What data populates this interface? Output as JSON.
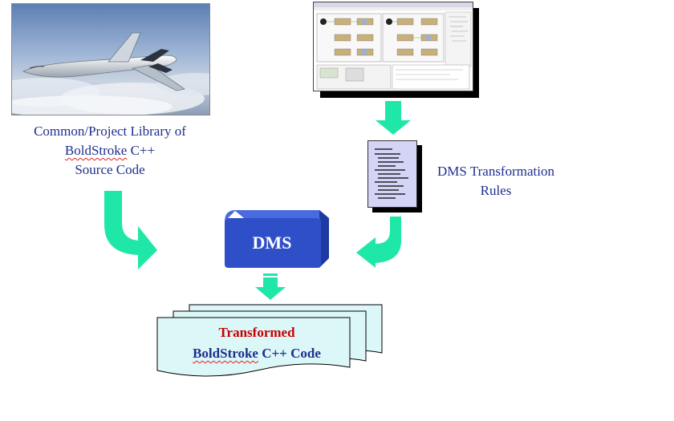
{
  "library_caption": {
    "line1": "Common/Project Library of",
    "line2_word": "BoldStroke",
    "line2_rest": " C++",
    "line3": "Source Code"
  },
  "rules_caption": {
    "line1": "DMS Transformation",
    "line2": "Rules"
  },
  "dms_box": {
    "label": "DMS"
  },
  "output_doc": {
    "line1": "Transformed",
    "line2_word": "BoldStroke",
    "line2_rest": " C++ Code"
  },
  "colors": {
    "arrow": "#1fe7a8",
    "dms_box": "#2f4fc8",
    "caption_text": "#1f2f8f",
    "output_doc_fill": "#dcf7f7",
    "rules_doc_fill": "#d3d4f6",
    "output_title": "#c80000"
  },
  "icons": [
    "aircraft-photo",
    "tool-screenshot",
    "rules-document-icon",
    "curved-arrow",
    "down-arrow",
    "stacked-documents"
  ]
}
